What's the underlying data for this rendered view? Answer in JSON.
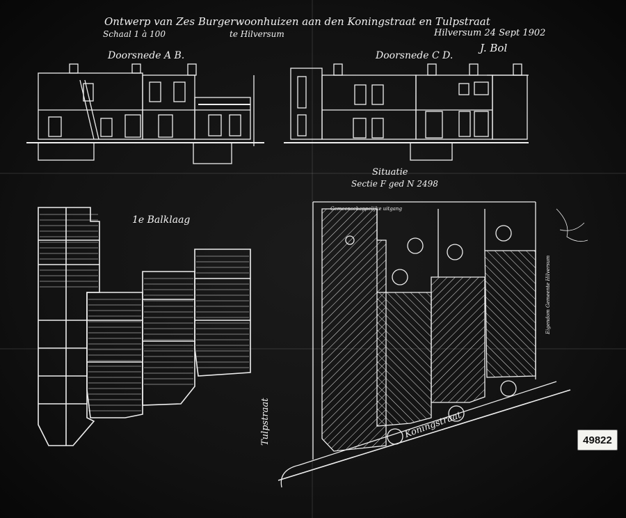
{
  "title_block": {
    "title": "Ontwerp van Zes Burgerwoonhuizen aan den Koningstraat en Tulpstraat",
    "scale": "Schaal 1 à 100",
    "place": "te Hilversum",
    "date_line": "Hilversum 24 Sept 1902",
    "signature": "J. Bol"
  },
  "sections": {
    "ab_label": "Doorsnede A B.",
    "cd_label": "Doorsnede C D."
  },
  "floor_plan": {
    "label": "1e Balklaag"
  },
  "site_plan": {
    "label_line1": "Situatie",
    "label_line2": "Sectie F ged N 2498",
    "street_bottom": "Koningstraat",
    "street_left": "Tulpstraat",
    "private_path": "Gemeenschappelijke uitgang",
    "neighbour": "Eigendom Gemeente Hilversum"
  },
  "archive_number": "49822",
  "colors": {
    "paper": "#121212",
    "ink": "#f2f2f2"
  }
}
